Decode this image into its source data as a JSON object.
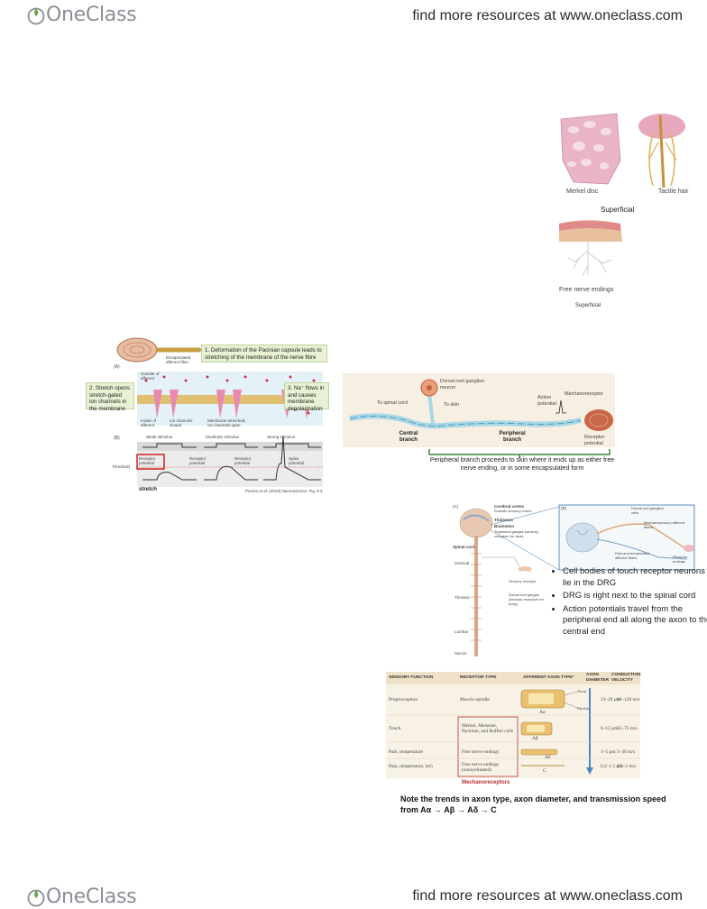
{
  "header": {
    "logo_text": "OneClass",
    "promo_text": "find more resources at www.oneclass.com"
  },
  "footer": {
    "logo_text": "OneClass",
    "promo_text": "find more resources at www.oneclass.com"
  },
  "superficial_receptors": {
    "merkel_label": "Merkel disc",
    "tactile_label": "Tactile hair",
    "superficial_1": "Superficial",
    "free_nerve_label": "Free nerve endings",
    "superficial_2": "Superficial"
  },
  "pacinian_figure": {
    "panel_a": "(A)",
    "panel_b": "(B)",
    "encapsulated_label": "Encapsulated afferent fiber",
    "step1": "1. Deformation of the Pacinian capsule leads to stretching of the membrane of the nerve fibre",
    "step2": "2. Stretch opens stretch-gated ion channels in the membrane",
    "step3": "3. Na⁺ flows in and causes membrane depolarization",
    "outside_label": "Outside of afferent",
    "inside_label": "Inside of afferent",
    "ion_closed_label": "Ion channels closed",
    "membrane_label": "Membrane stretched; ion channels open",
    "weak_stimulus": "Weak stimulus",
    "moderate_stimulus": "Moderate stimulus",
    "strong_stimulus": "Strong stimulus",
    "receptor_potential_1": "Receptor potential",
    "receptor_potential_2": "Receptor potential",
    "receptor_potential_3": "Receptor potential",
    "spike_potential": "Spike potential",
    "threshold": "Threshold",
    "stretch": "stretch",
    "citation": "Purves et al. (2013) Neuroscience. Fig. 9.2"
  },
  "drg_figure": {
    "dorsal_root_label": "Dorsal root ganglion neuron",
    "to_spinal_cord": "To spinal cord",
    "to_skin": "To skin",
    "central_branch": "Central branch",
    "peripheral_branch": "Peripheral branch",
    "action_potential": "Action potential",
    "mechanoreceptor": "Mechanoreceptor",
    "receptor_potential": "Receptor potential",
    "caption": "Peripheral branch proceeds to skin where it ends up as either free nerve ending, or in some encapsulated form"
  },
  "spinal_figure": {
    "panel_a": "(A)",
    "panel_b": "(B)",
    "cerebral_cortex": "Cerebral cortex",
    "somatic_cortex": "Somatic sensory cortex",
    "thalamus": "Thalamus",
    "brainstem": "Brainstem",
    "trigeminal": "Trigeminal ganglia (sensory receptors for face)",
    "spinal_cord": "Spinal cord",
    "cervical": "Cervical",
    "thoracic": "Thoracic",
    "lumbar": "Lumbar",
    "sacral": "Sacral",
    "sensory_receptor": "Sensory receptor",
    "dorsal_root_ganglia": "Dorsal root ganglia (sensory receptors for body)",
    "dorsal_root_cells": "Dorsal root ganglion cells",
    "mechanosensory_fibers": "Mechanosensory afferent fibers",
    "pain_fibers": "Pain and temperature afferent fibers",
    "receptor_endings": "Receptor endings"
  },
  "bullets": [
    "Cell bodies of touch receptor neurons lie in the DRG",
    "DRG is right next to the spinal cord",
    "Action potentials travel from the peripheral end all along the axon to the central end"
  ],
  "axon_table": {
    "headers": [
      "SENSORY FUNCTION",
      "RECEPTOR TYPE",
      "AFFERENT AXON TYPE*",
      "AXON DIAMETER",
      "CONDUCTION VELOCITY"
    ],
    "rows": [
      {
        "function": "Proprioception",
        "receptor": "Muscle spindle",
        "axon": "Aα",
        "diameter": "13–20 μm",
        "velocity": "80–120 m/s"
      },
      {
        "function": "Touch",
        "receptor": "Merkel, Meissner, Pacinian, and Ruffini cells",
        "axon": "Aβ",
        "diameter": "6–12 μm",
        "velocity": "35–75 m/s"
      },
      {
        "function": "Pain, temperature",
        "receptor": "Free nerve endings",
        "axon": "Aδ",
        "diameter": "1–5 μm",
        "velocity": "5–30 m/s"
      },
      {
        "function": "Pain, temperature, itch",
        "receptor": "Free nerve endings (unmyelinated)",
        "axon": "C",
        "diameter": "0.2–1.5 μm",
        "velocity": "0.5–2 m/s"
      }
    ],
    "axon_label": "Axon",
    "myelin_label": "Myelin",
    "mechanoreceptors_label": "Mechanoreceptors"
  },
  "note": "Note the trends in axon type, axon diameter, and transmission speed from Aα → Aβ → Aδ → C"
}
